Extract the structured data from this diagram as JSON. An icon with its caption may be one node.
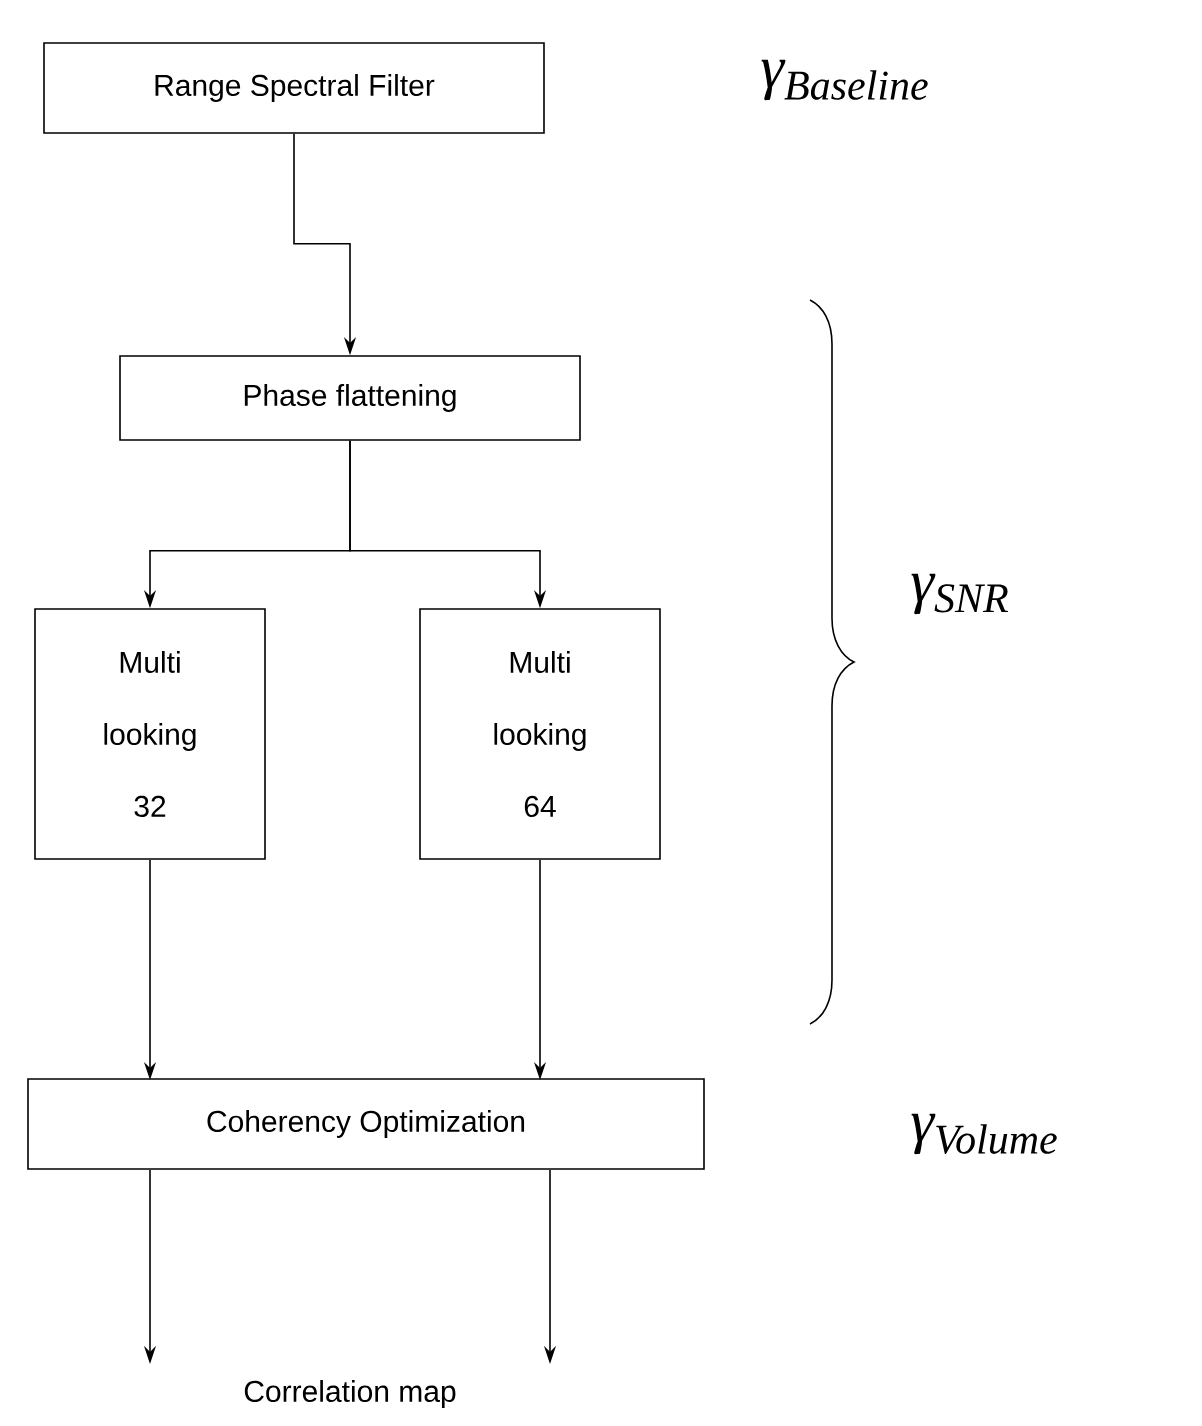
{
  "diagram": {
    "nodes": [
      {
        "text": [
          "Range Spectral Filter"
        ]
      },
      {
        "text": [
          "Phase flattening"
        ]
      },
      {
        "text": [
          "Multi looking 32"
        ]
      },
      {
        "text": [
          "Multi looking 64"
        ]
      },
      {
        "text": [
          "Coherency Optimization"
        ]
      },
      {
        "text": [
          "Correlation map"
        ]
      }
    ],
    "edges": [
      {
        "from": 0,
        "to": 1,
        "arrow": "to"
      },
      {
        "from": 1,
        "to": 2,
        "arrow": "to"
      },
      {
        "from": 1,
        "to": 3,
        "arrow": "to"
      },
      {
        "from": 2,
        "to": 4,
        "arrow": "to"
      },
      {
        "from": 3,
        "to": 4,
        "arrow": "to"
      },
      {
        "from": 4,
        "to": 5,
        "arrow": "to"
      },
      {
        "from": 4,
        "to": 5,
        "arrow": "to"
      }
    ],
    "labels": [
      "γ$_{Baseline}$",
      "γ$_{SNR}$",
      "γ$_{Volume}$"
    ]
  }
}
